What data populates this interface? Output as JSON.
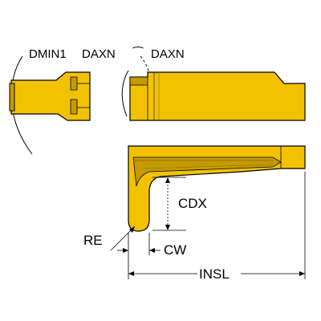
{
  "colors": {
    "insert_fill": "#f2c200",
    "insert_shade": "#c59a00",
    "insert_dark": "#8a6a00",
    "outline": "#000000",
    "background": "#ffffff"
  },
  "labels": {
    "dmin1": "DMIN1",
    "daxn_left": "DAXN",
    "daxn_right": "DAXN",
    "cdx": "CDX",
    "re": "RE",
    "cw": "CW",
    "insl": "INSL"
  }
}
